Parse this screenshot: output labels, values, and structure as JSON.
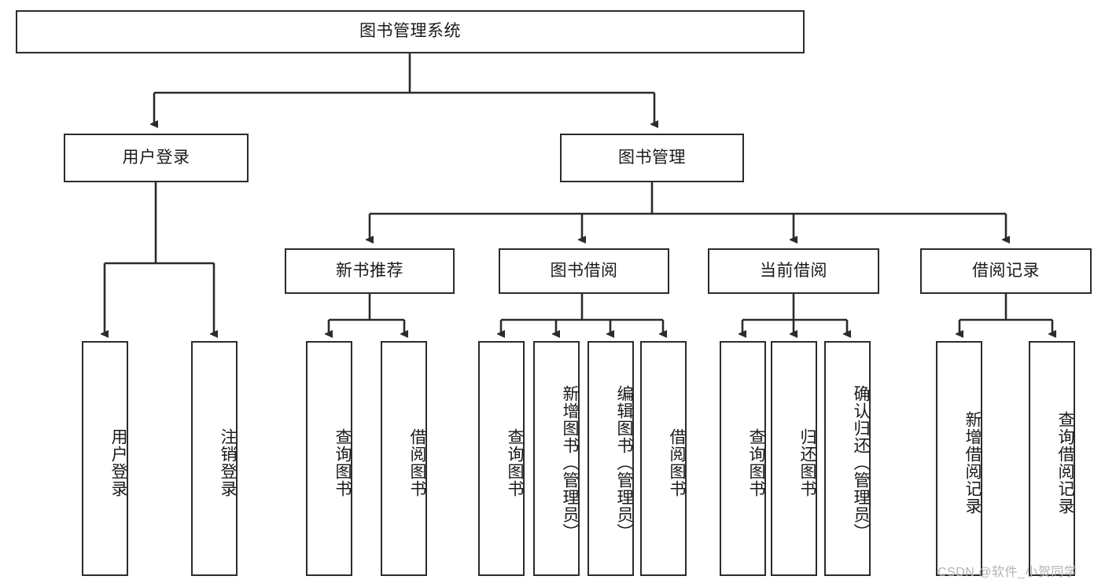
{
  "diagram": {
    "type": "tree-hierarchy-flowchart",
    "title": "图书管理系统",
    "orientation": "top-down",
    "colors": {
      "box_border": "#2b2b2b",
      "box_fill": "#ffffff",
      "connector": "#2b2b2b",
      "text": "#1a1a1a",
      "watermark": "#b3b3b3",
      "background": "#ffffff"
    }
  },
  "nodes": {
    "root": {
      "label": "图书管理系统",
      "level": 0,
      "orientation": "horizontal"
    },
    "level1": [
      {
        "id": "user-login",
        "label": "用户登录"
      },
      {
        "id": "book-management",
        "label": "图书管理"
      }
    ],
    "level2": [
      {
        "id": "new-book-recommend",
        "label": "新书推荐"
      },
      {
        "id": "book-borrow",
        "label": "图书借阅"
      },
      {
        "id": "current-borrow",
        "label": "当前借阅"
      },
      {
        "id": "borrow-record",
        "label": "借阅记录"
      }
    ],
    "leaves": {
      "user-login": [
        {
          "id": "leaf-user-login",
          "label": "用户登录"
        },
        {
          "id": "leaf-user-logout",
          "label": "注销登录"
        }
      ],
      "new-book-recommend": [
        {
          "id": "leaf-query-book-1",
          "label": "查询图书"
        },
        {
          "id": "leaf-borrow-book-1",
          "label": "借阅图书"
        }
      ],
      "book-borrow": [
        {
          "id": "leaf-query-book-2",
          "label": "查询图书"
        },
        {
          "id": "leaf-add-book",
          "label": "新增图书（管理员）"
        },
        {
          "id": "leaf-edit-book",
          "label": "编辑图书（管理员）"
        },
        {
          "id": "leaf-borrow-book-2",
          "label": "借阅图书"
        }
      ],
      "current-borrow": [
        {
          "id": "leaf-query-book-3",
          "label": "查询图书"
        },
        {
          "id": "leaf-return-book",
          "label": "归还图书"
        },
        {
          "id": "leaf-confirm-return",
          "label": "确认归还（管理员）"
        }
      ],
      "borrow-record": [
        {
          "id": "leaf-add-record",
          "label": "新增借阅记录"
        },
        {
          "id": "leaf-query-record",
          "label": "查询借阅记录"
        }
      ]
    }
  },
  "watermark": {
    "text": "CSDN @软件_小贺同学"
  }
}
